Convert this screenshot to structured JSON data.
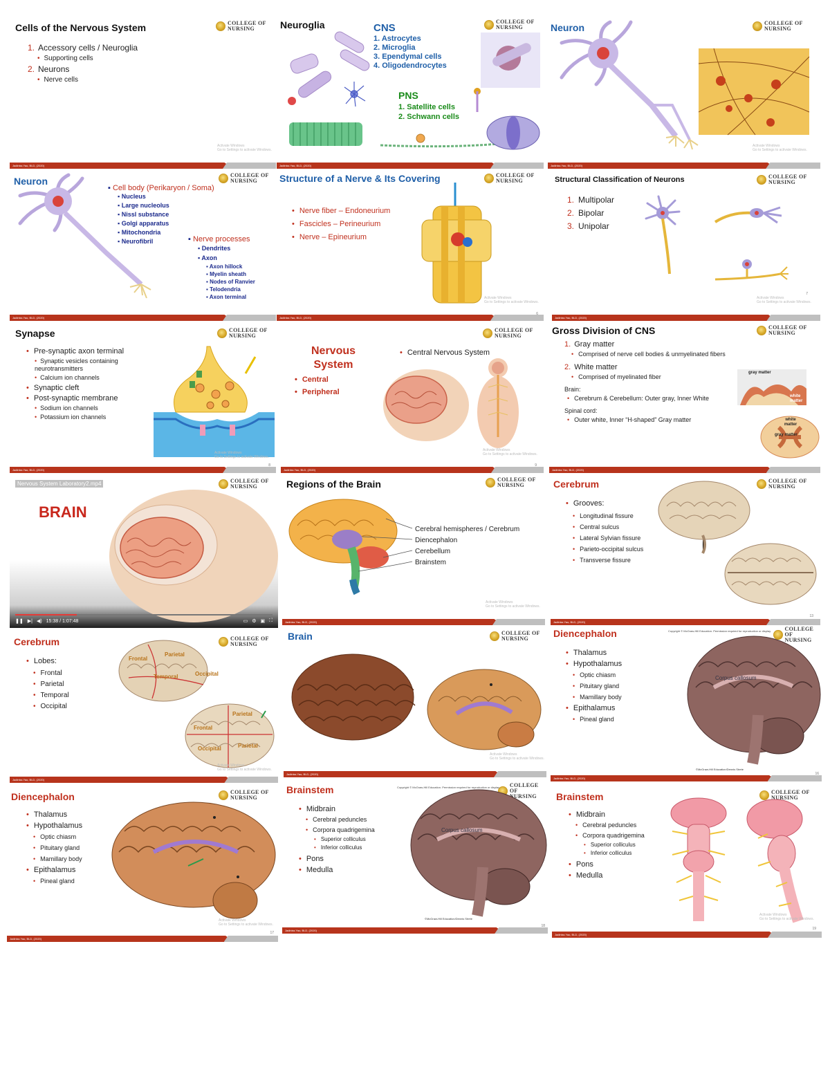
{
  "logo": {
    "line1": "COLLEGE OF",
    "line2": "NURSING"
  },
  "footer_text": "Jadiniss Yao, BLD, (2020)",
  "watermark": {
    "line1": "Activate Windows",
    "line2": "Go to Settings to activate Windows."
  },
  "slides": {
    "s1": {
      "title": "Cells of the Nervous System",
      "items": [
        {
          "num": "1.",
          "label": "Accessory cells / Neuroglia",
          "sub": "Supporting cells"
        },
        {
          "num": "2.",
          "label": "Neurons",
          "sub": "Nerve cells"
        }
      ]
    },
    "s2": {
      "title": "Neuroglia",
      "cns_title": "CNS",
      "cns": [
        "1.   Astrocytes",
        "2.   Microglia",
        "3.   Ependymal cells",
        "4.   Oligodendrocytes"
      ],
      "pns_title": "PNS",
      "pns": [
        "1.   Satellite cells",
        "2.   Schwann cells"
      ]
    },
    "s3": {
      "title": "Neuron"
    },
    "s4": {
      "title": "Neuron",
      "cellbody": "Cell body (Perikaryon / Soma)",
      "cellbody_items": [
        "Nucleus",
        "Large nucleolus",
        "Nissl substance",
        "Golgi apparatus",
        "Mitochondria",
        "Neurofibril"
      ],
      "processes": "Nerve processes",
      "dendrites": "Dendrites",
      "axon": "Axon",
      "axon_items": [
        "Axon hillock",
        "Myelin sheath",
        "Nodes of Ranvier",
        "Telodendria",
        "Axon terminal"
      ]
    },
    "s5": {
      "title": "Structure of a Nerve & Its Covering",
      "items": [
        "Nerve fiber – Endoneurium",
        "Fascicles – Perineurium",
        "Nerve – Epineurium"
      ],
      "page": "6"
    },
    "s6": {
      "title": "Structural Classification of Neurons",
      "items": [
        {
          "num": "1.",
          "label": "Multipolar"
        },
        {
          "num": "2.",
          "label": "Bipolar"
        },
        {
          "num": "3.",
          "label": "Unipolar"
        }
      ],
      "page": "7"
    },
    "s7": {
      "title": "Synapse",
      "items": [
        {
          "label": "Pre-synaptic axon terminal",
          "subs": [
            "Synaptic vesicles containing neurotransmitters",
            "Calcium ion channels"
          ]
        },
        {
          "label": "Synaptic cleft",
          "subs": []
        },
        {
          "label": "Post-synaptic membrane",
          "subs": [
            "Sodium ion channels",
            "Potassium ion channels"
          ]
        }
      ],
      "page": "8"
    },
    "s8": {
      "title_line1": "Nervous",
      "title_line2": "System",
      "left_items": [
        "Central",
        "Peripheral"
      ],
      "right_item": "Central Nervous System",
      "page": "9"
    },
    "s9": {
      "title": "Gross Division of CNS",
      "items": [
        {
          "num": "1.",
          "label": "Gray matter",
          "sub": "Comprised of nerve cell bodies & unmyelinated fibers"
        },
        {
          "num": "2.",
          "label": "White matter",
          "sub": "Comprised of myelinated fiber"
        }
      ],
      "brain_label": "Brain:",
      "brain_sub": "Cerebrum & Cerebellum: Outer gray, Inner White",
      "cord_label": "Spinal cord:",
      "cord_sub": "Outer white, Inner “H-shaped” Gray matter",
      "img_labels": [
        "gray matter",
        "white matter",
        "white matter",
        "gray matter"
      ]
    },
    "s10": {
      "video_title": "Nervous System Laboratory2.mp4",
      "heading": "BRAIN",
      "time": "15:38 / 1:07:48"
    },
    "s11": {
      "title": "Regions of the Brain",
      "labels": [
        "Cerebral hemispheres / Cerebrum",
        "Diencephalon",
        "Cerebellum",
        "Brainstem"
      ]
    },
    "s12": {
      "title": "Cerebrum",
      "label": "Grooves:",
      "items": [
        "Longitudinal fissure",
        "Central sulcus",
        "Lateral Sylvian fissure",
        "Parieto-occipital sulcus",
        "Transverse fissure"
      ],
      "page": "13"
    },
    "s13": {
      "title": "Cerebrum",
      "label": "Lobes:",
      "items": [
        "Frontal",
        "Parietal",
        "Temporal",
        "Occipital"
      ],
      "img_labels": [
        "Frontal",
        "Parietal",
        "Temporal",
        "Occipital",
        "Frontal",
        "Parietal",
        "Occipital",
        "Parietal"
      ]
    },
    "s14": {
      "title": "Brain"
    },
    "s15": {
      "title": "Diencephalon",
      "copyright": "Copyright © McGraw-Hill Education. Permission required for reproduction or display.",
      "items": [
        {
          "label": "Thalamus",
          "subs": []
        },
        {
          "label": "Hypothalamus",
          "subs": [
            "Optic chiasm",
            "Pituitary gland",
            "Mamillary body"
          ]
        },
        {
          "label": "Epithalamus",
          "subs": [
            "Pineal gland"
          ]
        }
      ],
      "img_label": "Corpus callosum",
      "credit": "©McGraw-Hill Education/Dennis Strete",
      "page": "16"
    },
    "s16": {
      "title": "Diencephalon",
      "items": [
        {
          "label": "Thalamus",
          "subs": []
        },
        {
          "label": "Hypothalamus",
          "subs": [
            "Optic chiasm",
            "Pituitary gland",
            "Mamillary body"
          ]
        },
        {
          "label": "Epithalamus",
          "subs": [
            "Pineal gland"
          ]
        }
      ],
      "page": "17"
    },
    "s17": {
      "title": "Brainstem",
      "copyright": "Copyright © McGraw-Hill Education. Permission required for reproduction or display.",
      "items": [
        {
          "label": "Midbrain",
          "subs": [
            "Cerebral peduncles",
            "Corpora quadrigemina"
          ],
          "subsubs": [
            "Superior colliculus",
            "Inferior colliculus"
          ]
        },
        {
          "label": "Pons",
          "subs": [],
          "subsubs": []
        },
        {
          "label": "Medulla",
          "subs": [],
          "subsubs": []
        }
      ],
      "img_label": "Corpus callosum",
      "credit": "©McGraw-Hill Education/Dennis Strete",
      "page": "18"
    },
    "s18": {
      "title": "Brainstem",
      "items": [
        {
          "label": "Midbrain",
          "subs": [
            "Cerebral peduncles",
            "Corpora quadrigemina"
          ],
          "subsubs": [
            "Superior colliculus",
            "Inferior colliculus"
          ]
        },
        {
          "label": "Pons",
          "subs": [],
          "subsubs": []
        },
        {
          "label": "Medulla",
          "subs": [],
          "subsubs": []
        }
      ],
      "page": "19"
    }
  },
  "colors": {
    "accent_red": "#c0301e",
    "title_blue": "#1f5fa8",
    "navy": "#1b2a8c",
    "green": "#1a8b1a",
    "footer_red": "#b7341c"
  }
}
